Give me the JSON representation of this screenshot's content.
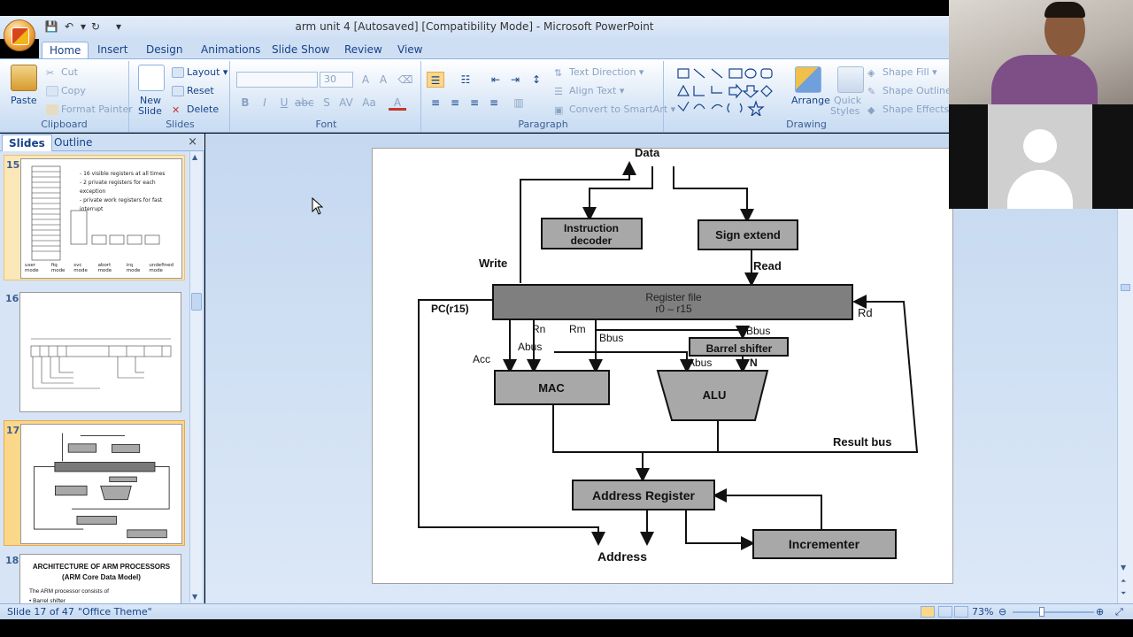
{
  "window": {
    "title": "arm unit 4 [Autosaved] [Compatibility Mode] - Microsoft PowerPoint"
  },
  "tabs": [
    "Home",
    "Insert",
    "Design",
    "Animations",
    "Slide Show",
    "Review",
    "View"
  ],
  "ribbon": {
    "clipboard": {
      "label": "Clipboard",
      "paste": "Paste",
      "cut": "Cut",
      "copy": "Copy",
      "format_painter": "Format Painter"
    },
    "slides": {
      "label": "Slides",
      "new_slide_1": "New",
      "new_slide_2": "Slide",
      "layout": "Layout",
      "reset": "Reset",
      "delete": "Delete"
    },
    "font": {
      "label": "Font",
      "font_name": "",
      "font_size": "30"
    },
    "paragraph": {
      "label": "Paragraph",
      "text_direction": "Text Direction",
      "align_text": "Align Text",
      "convert_smartart": "Convert to SmartArt"
    },
    "drawing": {
      "label": "Drawing",
      "arrange": "Arrange",
      "quick_styles_1": "Quick",
      "quick_styles_2": "Styles",
      "shape_fill": "Shape Fill",
      "shape_outline": "Shape Outline",
      "shape_effects": "Shape Effects"
    }
  },
  "pane": {
    "tabs": [
      "Slides",
      "Outline"
    ],
    "close": "×",
    "slides": [
      {
        "num": "15",
        "notes": [
          "- 16 visible registers at all times",
          "- 2 private registers for each exception",
          "- private work registers for fast interrupt"
        ],
        "modes": [
          "user mode",
          "fiq mode",
          "svc mode",
          "abort mode",
          "irq mode",
          "undefined mode"
        ]
      },
      {
        "num": "16"
      },
      {
        "num": "17"
      },
      {
        "num": "18",
        "title_1": "ARCHITECTURE OF ARM PROCESSORS",
        "title_2": "(ARM Core Data Model)",
        "body_1": "The ARM processor consists of",
        "body_2": "• Barrel shifter"
      }
    ]
  },
  "diagram": {
    "data": "Data",
    "instruction_decoder_1": "Instruction",
    "instruction_decoder_2": "decoder",
    "sign_extend": "Sign extend",
    "write": "Write",
    "read": "Read",
    "register_file_1": "Register file",
    "register_file_2": "r0 – r15",
    "pc": "PC(r15)",
    "rd": "Rd",
    "rn": "Rn",
    "rm": "Rm",
    "bbus_1": "Bbus",
    "bbus_2": "Bbus",
    "abus_1": "Abus",
    "abus_2": "Abus",
    "acc": "Acc",
    "barrel_shifter": "Barrel shifter",
    "n": "N",
    "mac": "MAC",
    "alu": "ALU",
    "result_bus": "Result bus",
    "address_register": "Address Register",
    "incrementer": "Incrementer",
    "address": "Address"
  },
  "status": {
    "slide": "Slide 17 of 47",
    "theme": "\"Office Theme\"",
    "zoom": "73%"
  }
}
